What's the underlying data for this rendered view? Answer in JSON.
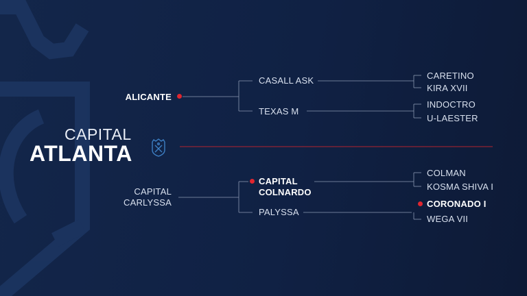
{
  "center": {
    "title_top": "CAPITAL",
    "title_main": "ATLANTA",
    "crest_icon": "castle-crest-icon"
  },
  "upper": {
    "side": "ALICANTE",
    "branches": [
      {
        "name": "CASALL ASK",
        "leaves": [
          "CARETINO",
          "KIRA XVII"
        ]
      },
      {
        "name": "TEXAS M",
        "leaves": [
          "INDOCTRO",
          "U-LAESTER"
        ]
      }
    ]
  },
  "lower": {
    "side_line1": "CAPITAL",
    "side_line2": "CARLYSSA",
    "branches": [
      {
        "name_line1": "CAPITAL",
        "name_line2": "COLNARDO",
        "leaves": [
          "COLMAN",
          "KOSMA SHIVA I"
        ]
      },
      {
        "name": "PALYSSA",
        "leaves": [
          "CORONADO I",
          "WEGA VII"
        ]
      }
    ]
  },
  "colors": {
    "background": "#102144",
    "line": "#8c9ab3",
    "accent": "#e0262f",
    "crest": "#3d7fc4"
  }
}
